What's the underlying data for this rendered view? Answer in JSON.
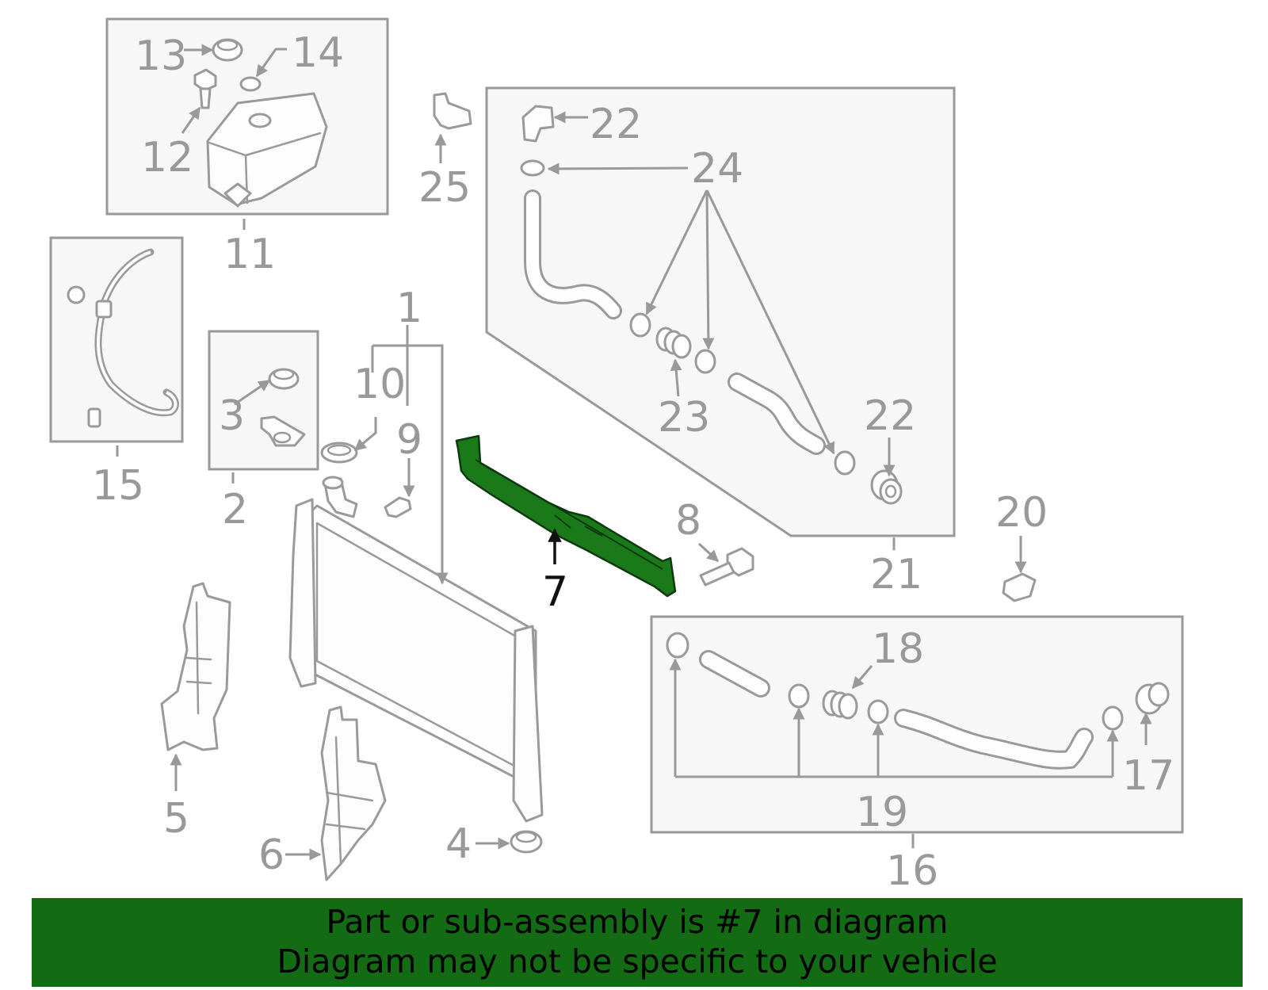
{
  "callouts": {
    "c1": "1",
    "c2": "2",
    "c3": "3",
    "c4": "4",
    "c5": "5",
    "c6": "6",
    "c7": "7",
    "c8": "8",
    "c9": "9",
    "c10": "10",
    "c11": "11",
    "c12": "12",
    "c13": "13",
    "c14": "14",
    "c15": "15",
    "c16": "16",
    "c17": "17",
    "c18": "18",
    "c19": "19",
    "c20": "20",
    "c21": "21",
    "c22a": "22",
    "c22b": "22",
    "c23": "23",
    "c24": "24",
    "c25": "25"
  },
  "highlight": {
    "part_number": "7",
    "color": "#1a7a1a"
  },
  "banner": {
    "line1": "Part or sub-assembly is #7 in diagram",
    "line2": "Diagram may not be specific to your vehicle",
    "background": "#136b13"
  }
}
